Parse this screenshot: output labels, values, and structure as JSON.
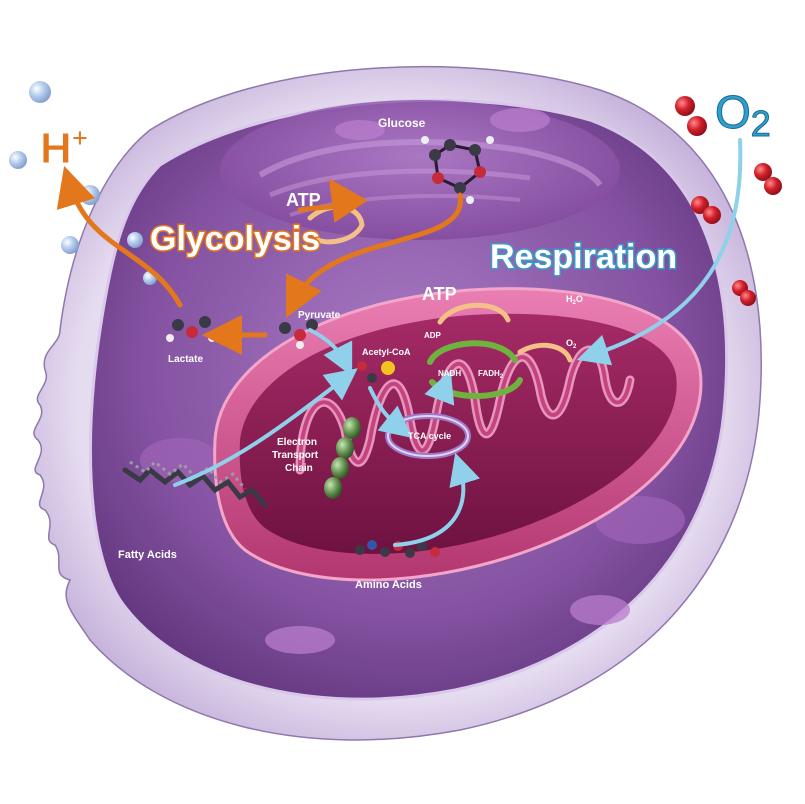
{
  "labels": {
    "h_plus_base": "H",
    "h_plus_sup": "+",
    "o2_base": "O",
    "o2_sub": "2",
    "glycolysis": "Glycolysis",
    "respiration": "Respiration",
    "atp_glycolysis": "ATP",
    "atp_respiration": "ATP",
    "glucose": "Glucose",
    "pyruvate": "Pyruvate",
    "lactate": "Lactate",
    "acetyl_coa": "Acetyl-CoA",
    "adp": "ADP",
    "nadh": "NADH",
    "fadh2": "FADH",
    "fadh2_sub": "2",
    "h2o": "H",
    "h2o_sub": "2",
    "h2o_end": "O",
    "o2_small": "O",
    "o2_small_sub": "2",
    "tca_cycle": "TCA cycle",
    "etc_line1": "Electron",
    "etc_line2": "Transport",
    "etc_line3": "Chain",
    "fatty_acids": "Fatty Acids",
    "amino_acids": "Amino Acids"
  },
  "colors": {
    "cell_membrane": "#c9b8df",
    "cytoplasm": "#8a4fa0",
    "nucleus": "#9a5cae",
    "mito_outer": "#d0508e",
    "mito_inner": "#8e1f55",
    "glycolysis_arrow": "#e2771c",
    "respiration_arrow": "#7fc3e0",
    "proton": "#a9c4e6",
    "oxygen": "#d3202e"
  }
}
